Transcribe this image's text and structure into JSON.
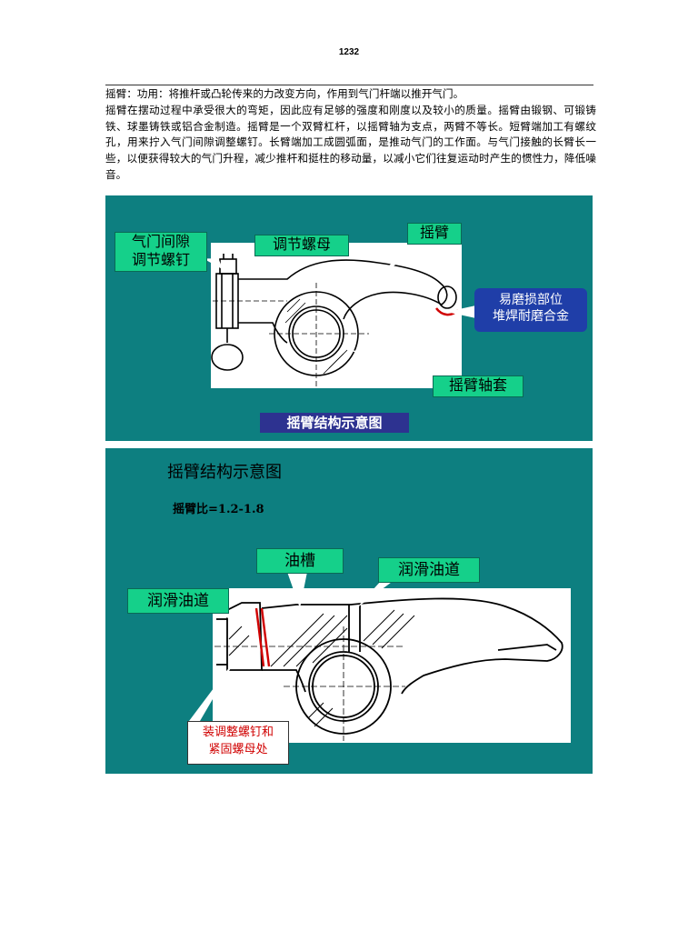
{
  "page": {
    "number": "1232",
    "paragraph1": "摇臂：功用：将推杆或凸轮传来的力改变方向，作用到气门杆端以推开气门。",
    "paragraph2": "摇臂在摆动过程中承受很大的弯矩，因此应有足够的强度和刚度以及较小的质量。摇臂由锻钢、可锻铸铁、球墨铸铁或铝合金制造。摇臂是一个双臂杠杆，以摇臂轴为支点，两臂不等长。短臂端加工有螺纹孔，用来拧入气门间隙调整螺钉。长臂端加工成圆弧面，是推动气门的工作面。与气门接触的长臂长一些，以便获得较大的气门升程，减少推杆和挺柱的移动量，以减小它们往复运动时产生的惯性力，降低噪音。"
  },
  "figure1": {
    "label_clearance_line1": "气门间隙",
    "label_clearance_line2": "调节螺钉",
    "label_nut": "调节螺母",
    "label_arm": "摇臂",
    "label_wear_line1": "易磨损部位",
    "label_wear_line2": "堆焊耐磨合金",
    "label_bushing": "摇臂轴套",
    "caption": "摇臂结构示意图"
  },
  "figure2": {
    "title": "摇臂结构示意图",
    "ratio": "摇臂比=1.2-1.8",
    "label_groove": "油槽",
    "label_oil_right": "润滑油道",
    "label_oil_left": "润滑油道",
    "label_screw_line1": "装调整螺钉和",
    "label_screw_line2": "紧固螺母处"
  },
  "colors": {
    "slide_bg": "#0d7f80",
    "callout_green": "#15d08a",
    "callout_blue": "#1f3ea8",
    "caption_bg": "#2d3290",
    "highlight_red": "#d00000"
  }
}
